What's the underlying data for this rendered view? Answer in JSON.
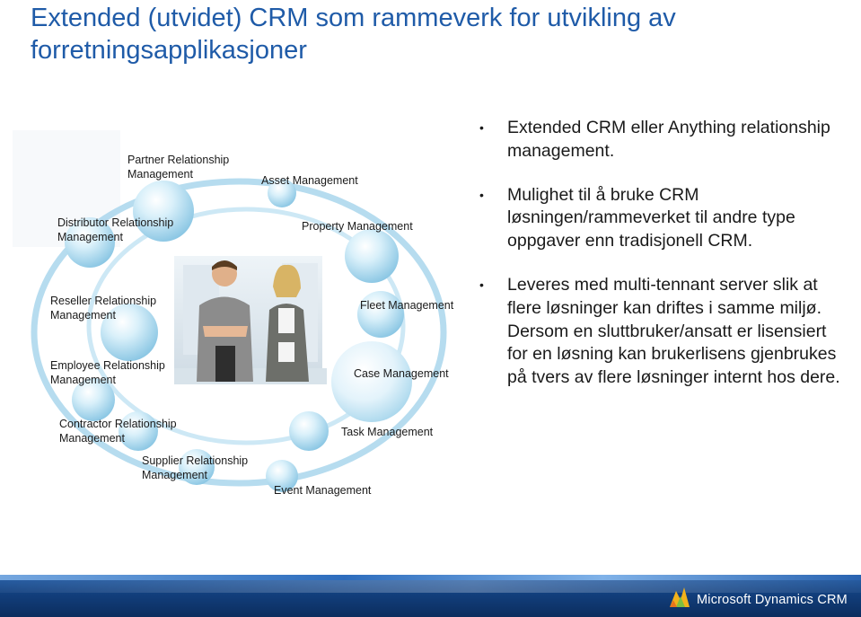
{
  "slide": {
    "title": "Extended (utvidet) CRM som rammeverk for utvikling av forretningsapplikasjoner"
  },
  "diagram": {
    "labels": {
      "partner": [
        "Partner Relationship",
        "Management"
      ],
      "asset": [
        "Asset Management"
      ],
      "distributor": [
        "Distributor Relationship",
        "Management"
      ],
      "property": [
        "Property Management"
      ],
      "reseller": [
        "Reseller Relationship",
        "Management"
      ],
      "fleet": [
        "Fleet Management"
      ],
      "employee": [
        "Employee Relationship",
        "Management"
      ],
      "case": [
        "Case Management"
      ],
      "contractor": [
        "Contractor Relationship",
        "Management"
      ],
      "task": [
        "Task Management"
      ],
      "supplier": [
        "Supplier Relationship",
        "Management"
      ],
      "event": [
        "Event Management"
      ]
    }
  },
  "bullets": [
    "Extended CRM eller Anything relationship management.",
    "Mulighet til å bruke CRM løsningen/rammeverket til andre type oppgaver enn tradisjonell CRM.",
    "Leveres med multi-tennant server slik at flere løsninger kan driftes i samme miljø. Dersom en sluttbruker/ansatt er lisensiert for en løsning kan brukerlisens gjenbrukes på tvers av flere løsninger internt hos dere."
  ],
  "footer": {
    "brand": "Microsoft Dynamics CRM"
  },
  "colors": {
    "title": "#1f5ba8",
    "ring": "#9fd0ea",
    "bubble": "#bfe3f4",
    "footer": "#123f7d"
  }
}
